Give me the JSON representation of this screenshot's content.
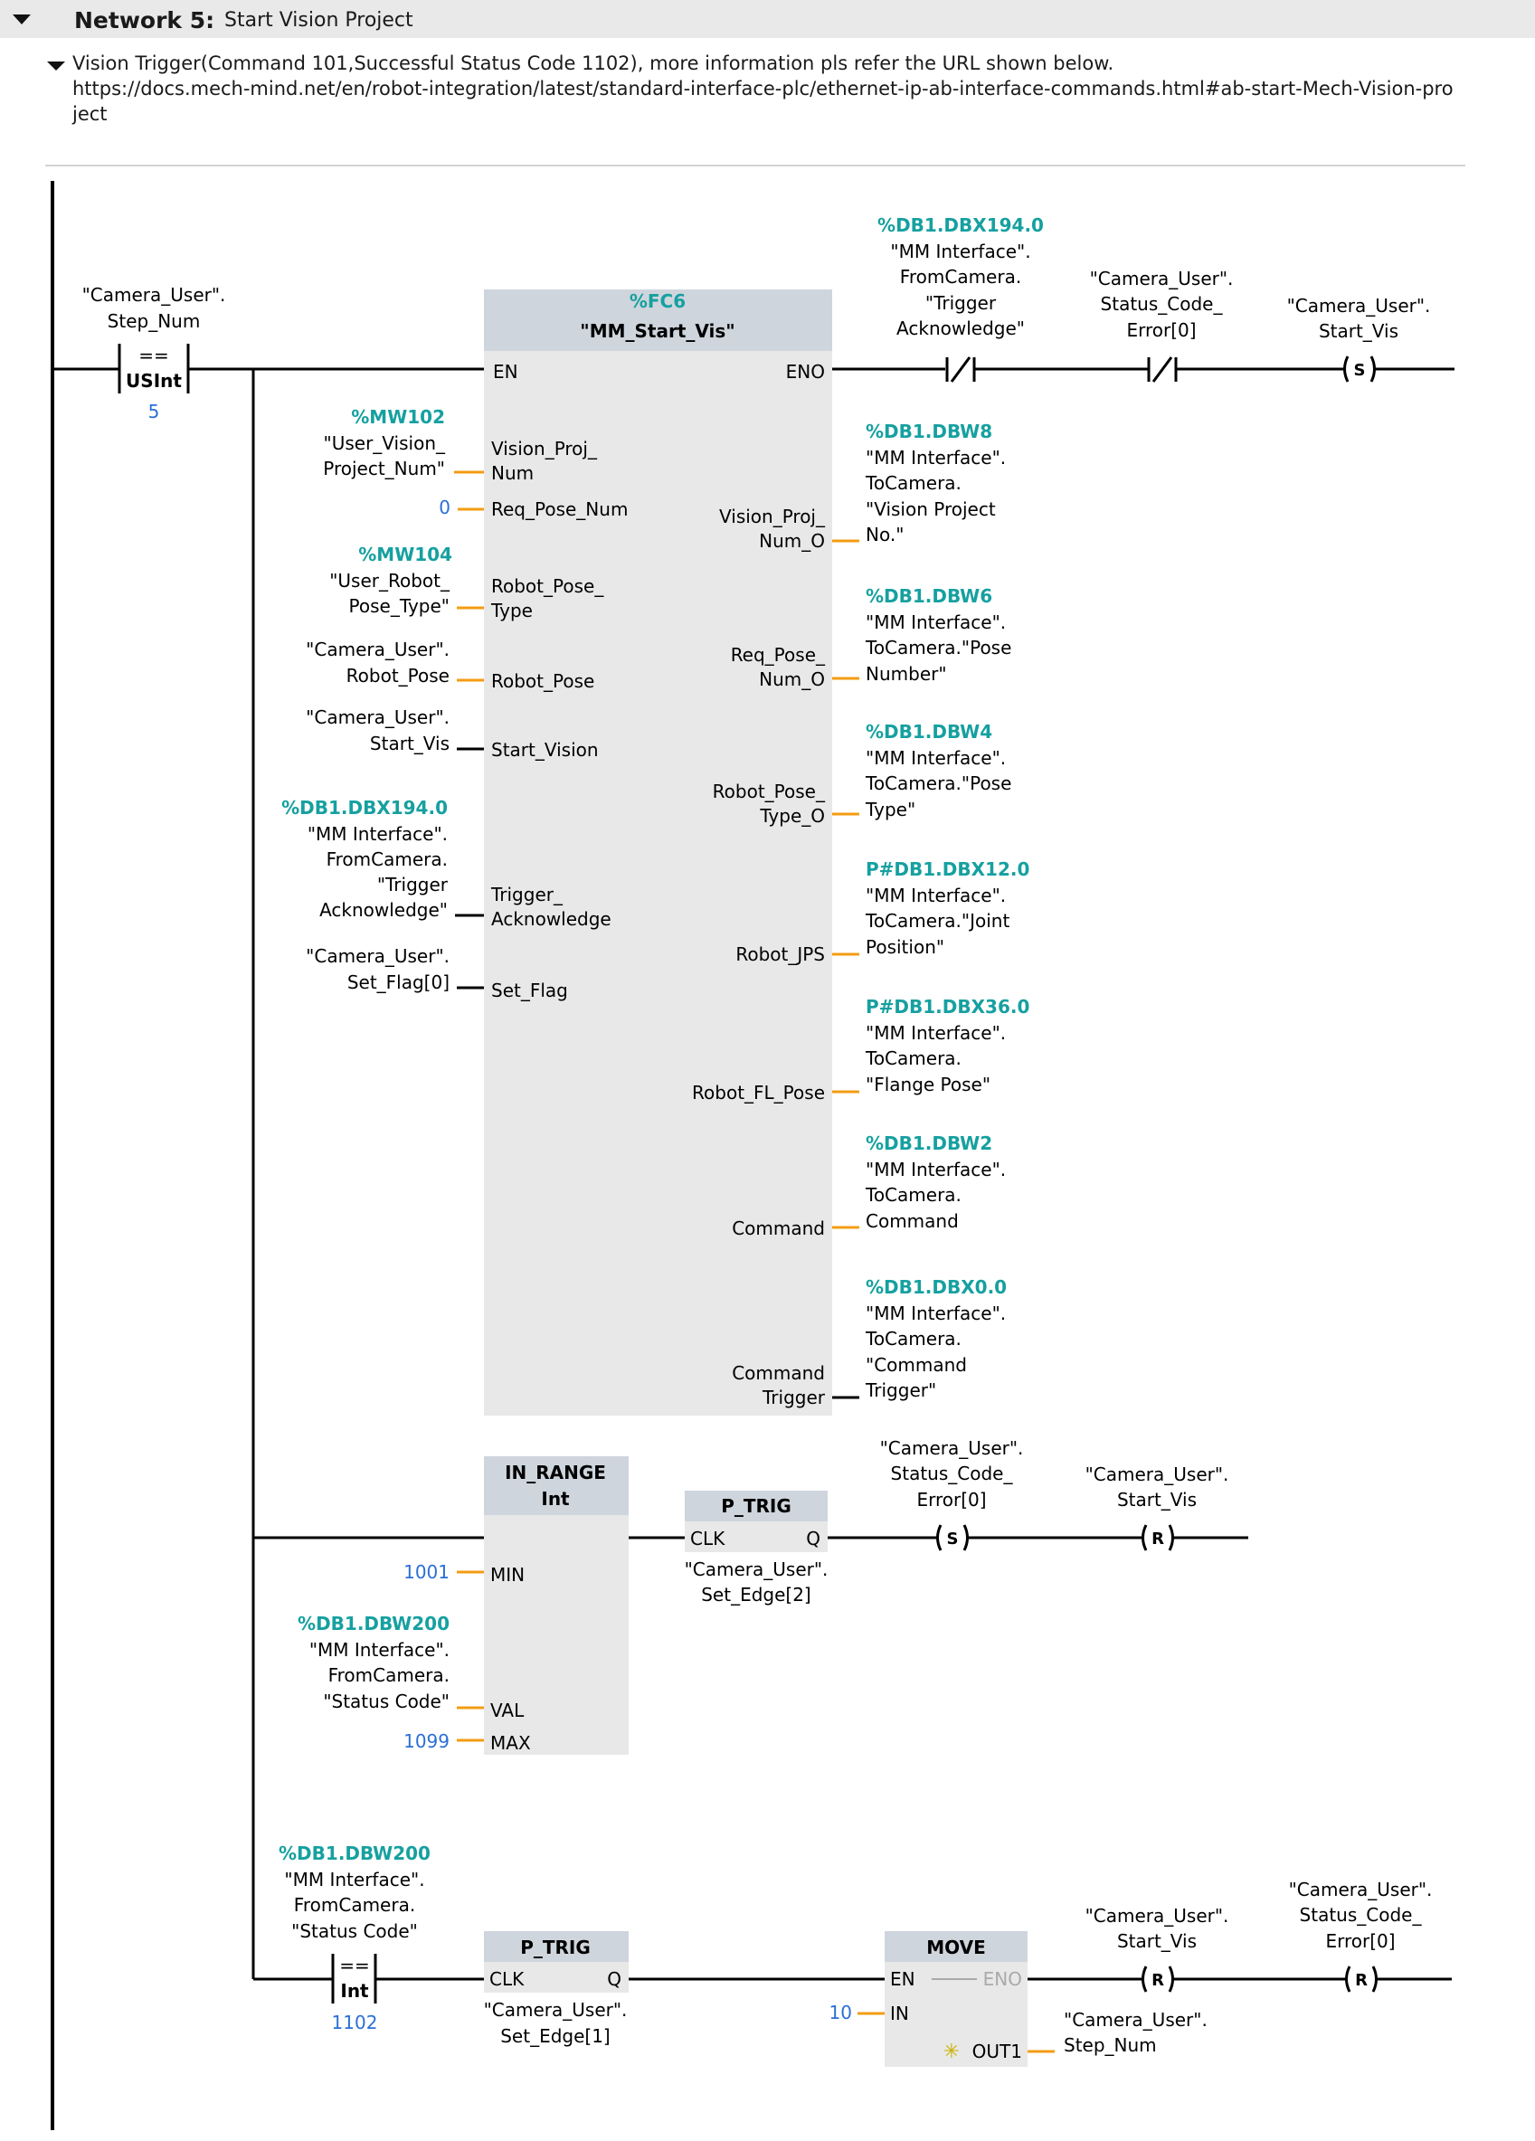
{
  "network": {
    "label": "Network 5:",
    "title": "Start Vision Project",
    "comment_line1": "Vision Trigger(Command 101,Successful Status Code 1102), more information pls refer the URL shown below.",
    "comment_line2": "https://docs.mech-mind.net/en/robot-integration/latest/standard-interface-plc/ethernet-ip-ab-interface-commands.html#ab-start-Mech-Vision-project"
  },
  "colors": {
    "address": "#16a0a0",
    "constant": "#2b6fd6",
    "wire_data": "#f39c12",
    "wire_power": "#000000",
    "block_body": "#e8e8e8",
    "block_header": "#cfd5dd"
  },
  "rung1": {
    "contact": {
      "var1": "\"Camera_User\".",
      "var2": "Step_Num",
      "op": "==",
      "type": "USInt",
      "value": "5"
    },
    "fc": {
      "address": "%FC6",
      "name": "\"MM_Start_Vis\"",
      "en": "EN",
      "eno": "ENO",
      "inputs": [
        {
          "addr": "%MW102",
          "l1": "\"User_Vision_",
          "l2": "Project_Num\"",
          "pin1": "Vision_Proj_",
          "pin2": "Num"
        },
        {
          "value": "0",
          "pin1": "Req_Pose_Num"
        },
        {
          "addr": "%MW104",
          "l1": "\"User_Robot_",
          "l2": "Pose_Type\"",
          "pin1": "Robot_Pose_",
          "pin2": "Type"
        },
        {
          "l1": "\"Camera_User\".",
          "l2": "Robot_Pose",
          "pin1": "Robot_Pose"
        },
        {
          "l1": "\"Camera_User\".",
          "l2": "Start_Vis",
          "pin1": "Start_Vision"
        },
        {
          "addr": "%DB1.DBX194.0",
          "l1": "\"MM Interface\".",
          "l2": "FromCamera.",
          "l3": "\"Trigger",
          "l4": "Acknowledge\"",
          "pin1": "Trigger_",
          "pin2": "Acknowledge"
        },
        {
          "l1": "\"Camera_User\".",
          "l2": "Set_Flag[0]",
          "pin1": "Set_Flag"
        }
      ],
      "outputs": [
        {
          "pin1": "Vision_Proj_",
          "pin2": "Num_O",
          "addr": "%DB1.DBW8",
          "l1": "\"MM Interface\".",
          "l2": "ToCamera.",
          "l3": "\"Vision Project",
          "l4": "No.\""
        },
        {
          "pin1": "Req_Pose_",
          "pin2": "Num_O",
          "addr": "%DB1.DBW6",
          "l1": "\"MM Interface\".",
          "l2": "ToCamera.\"Pose",
          "l3": "Number\""
        },
        {
          "pin1": "Robot_Pose_",
          "pin2": "Type_O",
          "addr": "%DB1.DBW4",
          "l1": "\"MM Interface\".",
          "l2": "ToCamera.\"Pose",
          "l3": "Type\""
        },
        {
          "pin1": "Robot_JPS",
          "addr": "P#DB1.DBX12.0",
          "l1": "\"MM Interface\".",
          "l2": "ToCamera.\"Joint",
          "l3": "Position\""
        },
        {
          "pin1": "Robot_FL_Pose",
          "addr": "P#DB1.DBX36.0",
          "l1": "\"MM Interface\".",
          "l2": "ToCamera.",
          "l3": "\"Flange Pose\""
        },
        {
          "pin1": "Command",
          "addr": "%DB1.DBW2",
          "l1": "\"MM Interface\".",
          "l2": "ToCamera.",
          "l3": "Command"
        },
        {
          "pin1": "Command",
          "pin2": "Trigger",
          "addr": "%DB1.DBX0.0",
          "l1": "\"MM Interface\".",
          "l2": "ToCamera.",
          "l3": "\"Command",
          "l4": "Trigger\""
        }
      ]
    },
    "nc1": {
      "addr": "%DB1.DBX194.0",
      "l1": "\"MM Interface\".",
      "l2": "FromCamera.",
      "l3": "\"Trigger",
      "l4": "Acknowledge\""
    },
    "nc2": {
      "l1": "\"Camera_User\".",
      "l2": "Status_Code_",
      "l3": "Error[0]"
    },
    "coil": {
      "l1": "\"Camera_User\".",
      "l2": "Start_Vis",
      "symbol": "S"
    }
  },
  "rung2": {
    "in_range": {
      "title1": "IN_RANGE",
      "title2": "Int",
      "min_pin": "MIN",
      "val_pin": "VAL",
      "max_pin": "MAX",
      "min_value": "1001",
      "max_value": "1099",
      "val_addr": "%DB1.DBW200",
      "val_l1": "\"MM Interface\".",
      "val_l2": "FromCamera.",
      "val_l3": "\"Status Code\""
    },
    "ptrig": {
      "title": "P_TRIG",
      "clk": "CLK",
      "q": "Q",
      "l1": "\"Camera_User\".",
      "l2": "Set_Edge[2]"
    },
    "coil_s": {
      "l1": "\"Camera_User\".",
      "l2": "Status_Code_",
      "l3": "Error[0]",
      "symbol": "S"
    },
    "coil_r": {
      "l1": "\"Camera_User\".",
      "l2": "Start_Vis",
      "symbol": "R"
    }
  },
  "rung3": {
    "contact": {
      "addr": "%DB1.DBW200",
      "l1": "\"MM Interface\".",
      "l2": "FromCamera.",
      "l3": "\"Status Code\"",
      "op": "==",
      "type": "Int",
      "value": "1102"
    },
    "ptrig": {
      "title": "P_TRIG",
      "clk": "CLK",
      "q": "Q",
      "l1": "\"Camera_User\".",
      "l2": "Set_Edge[1]"
    },
    "move": {
      "title": "MOVE",
      "en": "EN",
      "eno": "ENO",
      "in": "IN",
      "out": "OUT1",
      "in_value": "10",
      "out_l1": "\"Camera_User\".",
      "out_l2": "Step_Num"
    },
    "coil_r1": {
      "l1": "\"Camera_User\".",
      "l2": "Start_Vis",
      "symbol": "R"
    },
    "coil_r2": {
      "l1": "\"Camera_User\".",
      "l2": "Status_Code_",
      "l3": "Error[0]",
      "symbol": "R"
    }
  }
}
